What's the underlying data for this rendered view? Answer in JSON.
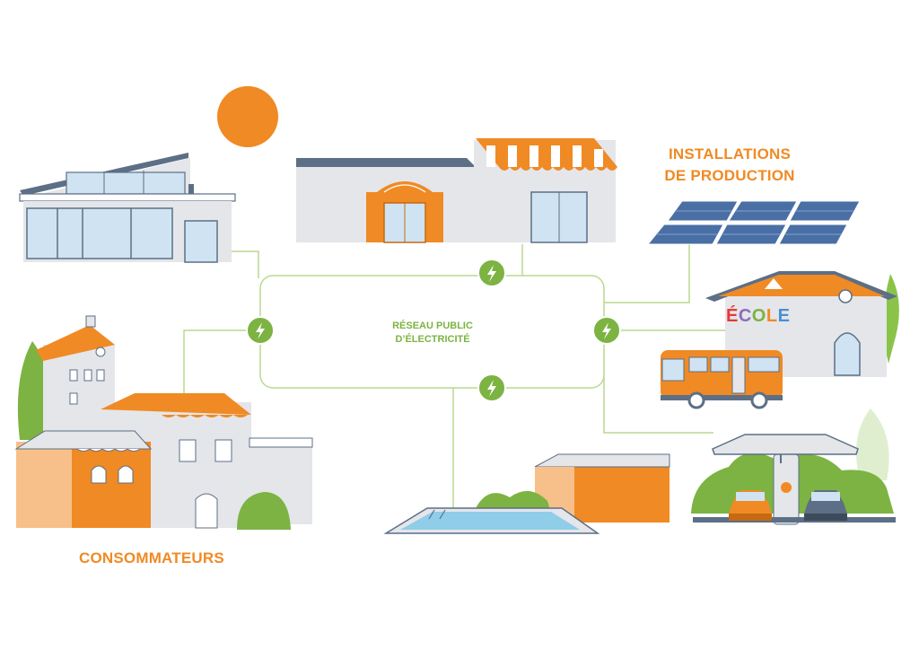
{
  "labels": {
    "production_line1": "INSTALLATIONS",
    "production_line2": "DE PRODUCTION",
    "consumers": "CONSOMMATEURS",
    "grid_line1": "RÉSEAU PUBLIC",
    "grid_line2": "D’ÉLECTRICITÉ",
    "school_sign": "ÉCOLE"
  },
  "colors": {
    "orange": "#f08a24",
    "green": "#7cb342",
    "line_green": "#b9d98f",
    "wall_grey": "#e4e6ea",
    "roof_slate": "#5c6f86",
    "glass": "#cfe3f2",
    "solar_blue": "#4a6fa5"
  },
  "icons": [
    "sun-icon",
    "lightning-icon",
    "solar-panel-icon",
    "bus-icon",
    "car-icon",
    "charging-station-icon",
    "tree-icon",
    "pool-icon"
  ]
}
